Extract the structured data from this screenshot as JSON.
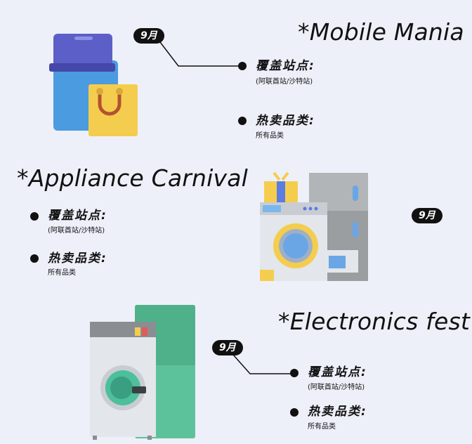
{
  "events": [
    {
      "title": "*Mobile Mania",
      "month": "9月",
      "coverage_label": "覆盖站点:",
      "coverage_value": "(阿联酋站/沙特站)",
      "category_label": "热卖品类:",
      "category_value": "所有品类",
      "illustration": "phone-shopping-bag-icon"
    },
    {
      "title": "*Appliance Carnival",
      "month": "9月",
      "coverage_label": "覆盖站点:",
      "coverage_value": "(阿联酋站/沙特站)",
      "category_label": "热卖品类:",
      "category_value": "所有品类",
      "illustration": "home-appliances-icon"
    },
    {
      "title": "*Electronics fest",
      "month": "9月",
      "coverage_label": "覆盖站点:",
      "coverage_value": "(阿联酋站/沙特站)",
      "category_label": "热卖品类:",
      "category_value": "所有品类",
      "illustration": "washer-fridge-icon"
    }
  ],
  "colors": {
    "background": "#eef0f9",
    "text": "#111111",
    "phone_blue": "#4a9be0",
    "phone_top": "#5b5fc7",
    "bag_yellow": "#f5cd4e",
    "fridge_gray": "#9a9ea0",
    "washer_light": "#e3e6ea",
    "fridge_green": "#5cc29b",
    "washer_drum_teal": "#4cbf9b"
  }
}
